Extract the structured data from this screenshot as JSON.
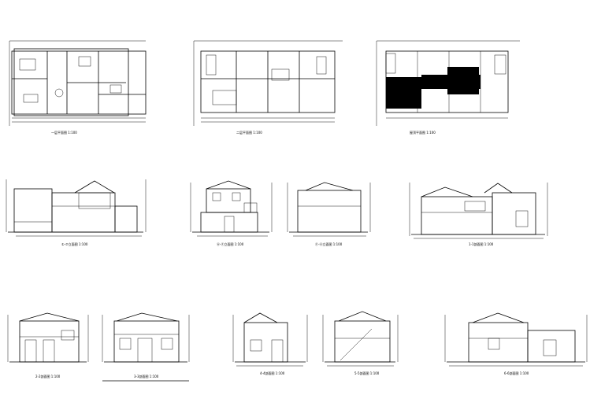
{
  "drawing_captions": {
    "plan_first_floor": "一层平面图 1:100",
    "plan_second_floor": "二层平面图 1:100",
    "plan_roof": "屋顶平面图 1:100",
    "elev_row2_a": "①-⑦立面图 1:100",
    "elev_row2_b": "Ⓐ-Ⓕ立面图 1:100",
    "elev_row2_c": "Ⓕ-Ⓐ立面图 1:100",
    "sect_row2_d": "1-1剖面图 1:100",
    "elev_row3_a": "2-2剖面图 1:100",
    "elev_row3_b": "3-3剖面图 1:100",
    "sect_row3_c": "4-4剖面图 1:100",
    "sect_row3_d": "5-5剖面图 1:100",
    "sect_row3_e": "6-6剖面图 1:100"
  },
  "colors": {
    "line": "#000000",
    "background": "#ffffff"
  }
}
